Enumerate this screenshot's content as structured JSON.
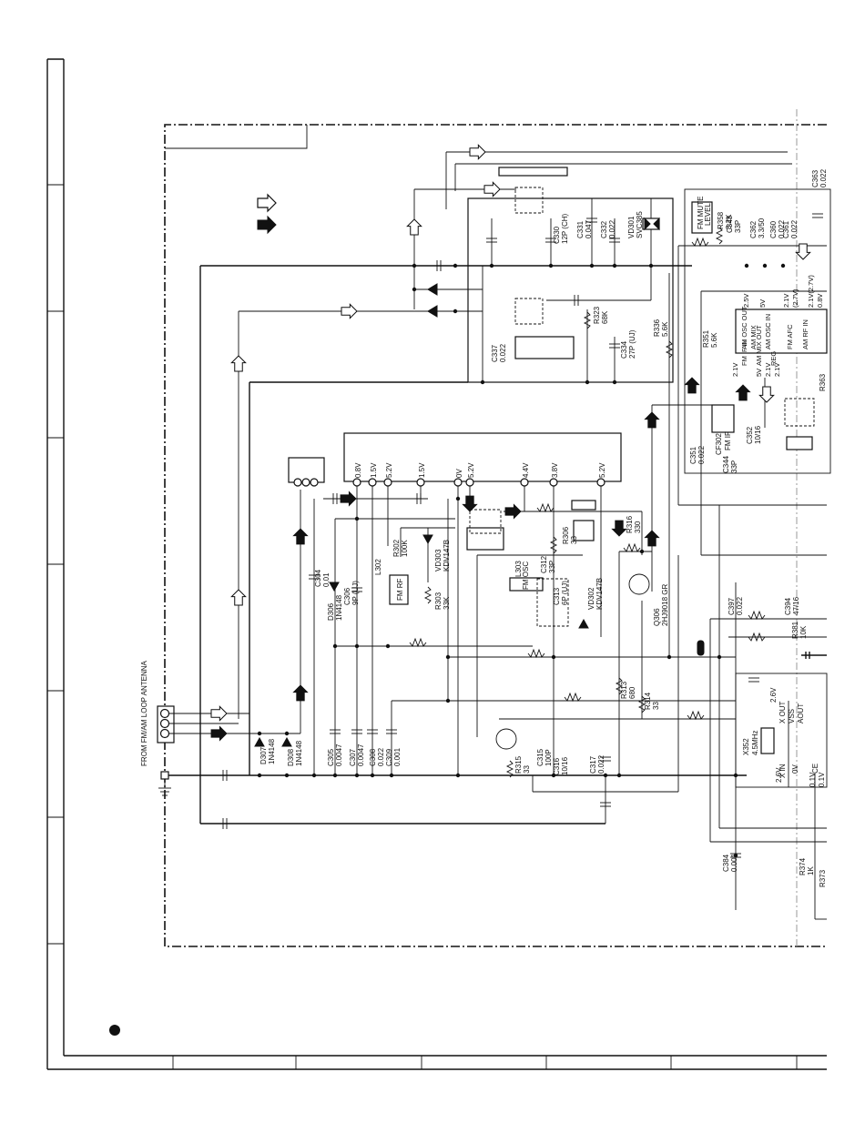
{
  "antenna": {
    "label": "FROM FM/AM LOOP ANTENNA"
  },
  "ic_pin_voltages": [
    "0.8V",
    "1.5V",
    "5.2V",
    "1.5V",
    "0V",
    "5.2V",
    "4.4V",
    "3.8V",
    "5.2V"
  ],
  "right_ic_top_voltages": [
    "2.5V",
    "5V",
    "2.1V",
    "2.1V(2.7V)",
    "(2.7V)",
    "0.8V"
  ],
  "right_ic_pins": [
    "AM OSC OUT",
    "AM OSC IN",
    "AM MIX OUT",
    "FM IF IN",
    "REG",
    "FM AFC",
    "AM RF IN",
    "AM MIX"
  ],
  "right_ic_side_voltages": [
    "2.1V",
    "5V",
    "2.1V",
    "2.1V"
  ],
  "fm_mute": {
    "title_line1": "FM MUTE",
    "title_line2": "LEVEL"
  },
  "labels": {
    "fm_rf": "FM RF",
    "fm_osc": "FM OSC",
    "fm_if": "FM IF",
    "cf302": "CF302",
    "x352_ref": "X352",
    "x352_freq": "4.5MHz",
    "x_out": "X OUT",
    "x_in": "X IN",
    "vss": "VSS",
    "aout": "AOUT",
    "ce": "CE",
    "v26a": "2.6V",
    "v0": "0V",
    "v26b": "2.6V",
    "v01a": "0.1V",
    "v01b": "0.1V"
  },
  "components": [
    {
      "ref": "C330",
      "val": "12P (CH)"
    },
    {
      "ref": "C331",
      "val": "0.047"
    },
    {
      "ref": "C332",
      "val": "0.022"
    },
    {
      "ref": "VD301",
      "val": "SVC385"
    },
    {
      "ref": "R323",
      "val": "68K"
    },
    {
      "ref": "C334",
      "val": "27P (UJ)"
    },
    {
      "ref": "C337",
      "val": "0.022"
    },
    {
      "ref": "R336",
      "val": "5.6K"
    },
    {
      "ref": "R351",
      "val": "5.6K"
    },
    {
      "ref": "R358",
      "val": "8.2K"
    },
    {
      "ref": "C343",
      "val": "33P"
    },
    {
      "ref": "C362",
      "val": "3.3/50"
    },
    {
      "ref": "C360",
      "val": "0.022"
    },
    {
      "ref": "C361",
      "val": "0.022"
    },
    {
      "ref": "C363",
      "val": "0.022"
    },
    {
      "ref": "C351",
      "val": "0.022"
    },
    {
      "ref": "C344",
      "val": "33P"
    },
    {
      "ref": "C352",
      "val": "10/16"
    },
    {
      "ref": "C304",
      "val": "0.01"
    },
    {
      "ref": "D306",
      "val": "1N4148"
    },
    {
      "ref": "C306",
      "val": "9P (UJ)"
    },
    {
      "ref": "L302",
      "val": ""
    },
    {
      "ref": "R302",
      "val": "100K"
    },
    {
      "ref": "VD303",
      "val": "KDV147B"
    },
    {
      "ref": "R303",
      "val": "33K"
    },
    {
      "ref": "R306",
      "val": "33"
    },
    {
      "ref": "R316",
      "val": "330"
    },
    {
      "ref": "L303",
      "val": ""
    },
    {
      "ref": "C312",
      "val": "33P"
    },
    {
      "ref": "C313",
      "val": "6P (UJ)"
    },
    {
      "ref": "VD302",
      "val": "KDV147B"
    },
    {
      "ref": "Q306",
      "val": "2HJ9018 GR"
    },
    {
      "ref": "R313",
      "val": "680"
    },
    {
      "ref": "R314",
      "val": "33"
    },
    {
      "ref": "C305",
      "val": "0.0047"
    },
    {
      "ref": "C307",
      "val": "0.0047"
    },
    {
      "ref": "C308",
      "val": "0.022"
    },
    {
      "ref": "C309",
      "val": "0.001"
    },
    {
      "ref": "D307",
      "val": "1N4148"
    },
    {
      "ref": "D308",
      "val": "1N4148"
    },
    {
      "ref": "R315",
      "val": "33"
    },
    {
      "ref": "C315",
      "val": "100P"
    },
    {
      "ref": "C316",
      "val": "10/16"
    },
    {
      "ref": "C317",
      "val": "0.022"
    },
    {
      "ref": "C397",
      "val": "0.022"
    },
    {
      "ref": "C394",
      "val": "47/16"
    },
    {
      "ref": "R381",
      "val": "10K"
    },
    {
      "ref": "C384",
      "val": "0.001"
    },
    {
      "ref": "R374",
      "val": "1K"
    },
    {
      "ref": "R373",
      "val": ""
    },
    {
      "ref": "R363",
      "val": ""
    }
  ]
}
